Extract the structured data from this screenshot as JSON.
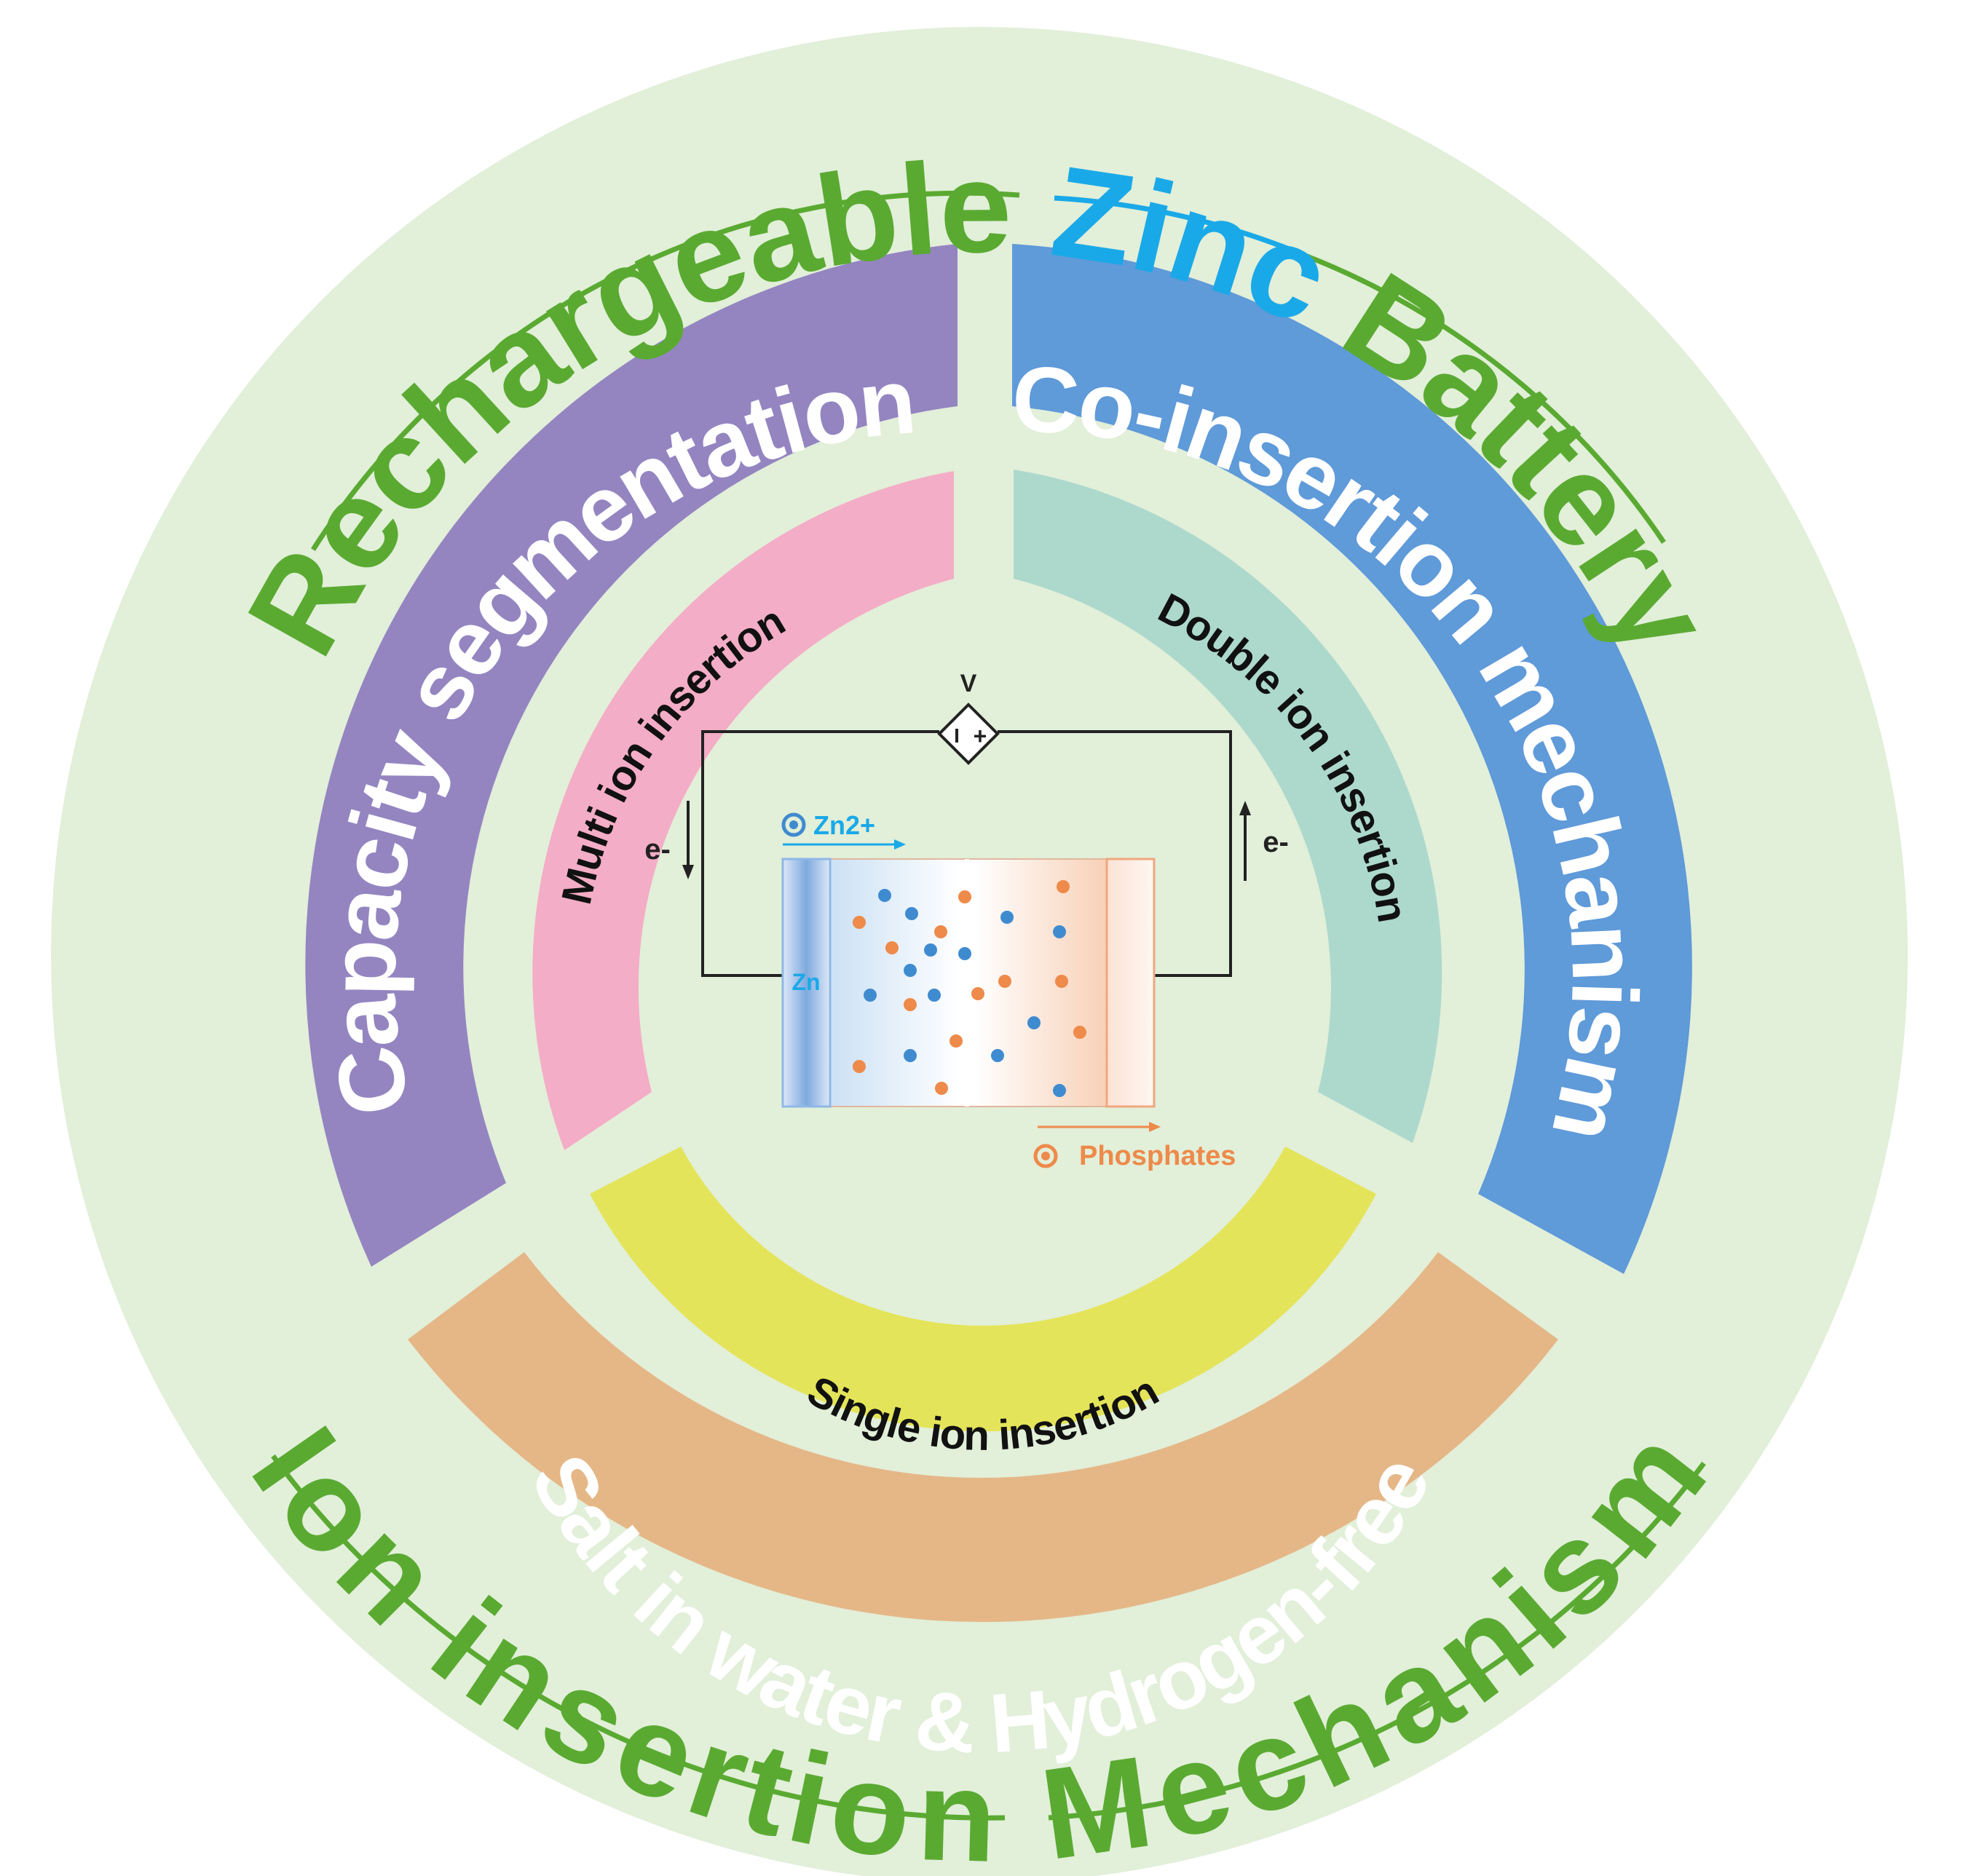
{
  "title": {
    "top_part1": "Rechargeable",
    "top_part2": "Zinc",
    "top_part3": "Battery",
    "bottom": "Ion insertion Mechanism"
  },
  "outer_bands": {
    "left": "Capacity segmentation",
    "right": "Co-insertion mechanism",
    "bottom": "Salt in water & Hydrogen-free"
  },
  "inner_bands": {
    "left": "Multi ion insertion",
    "right": "Double ion insertion",
    "bottom": "Single ion insertion"
  },
  "cell": {
    "voltmeter": "V",
    "minus": "I",
    "plus": "+",
    "electron_left": "e-",
    "electron_right": "e-",
    "anode": "Zn",
    "zinc_ion": "Zn2+",
    "phosphates": "Phosphates"
  },
  "colors": {
    "background_disc": "#e2efd9",
    "title_green": "#5aaa32",
    "zinc_blue": "#1aa9e8",
    "purple": "#9485c1",
    "blue": "#5f9ad9",
    "peach": "#e5b787",
    "pink": "#f4adc6",
    "mint": "#add9cd",
    "yellow": "#e4e45a",
    "ion_blue": "#3f8bd0",
    "ion_orange": "#ee8a4a"
  }
}
